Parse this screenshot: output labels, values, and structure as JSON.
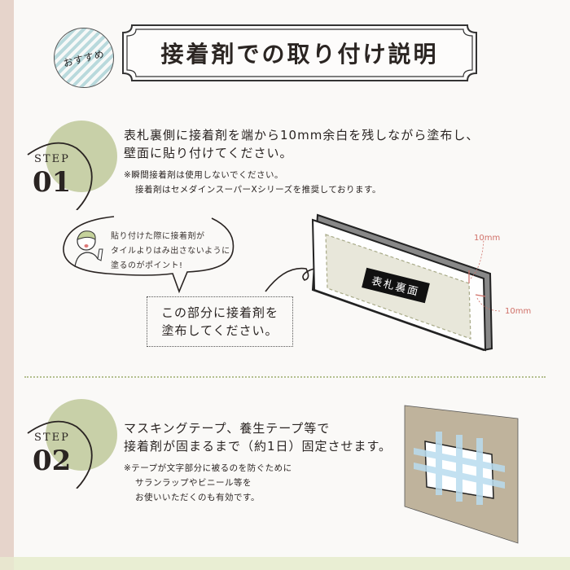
{
  "header": {
    "badge": "おすすめ",
    "title": "接着剤での取り付け説明"
  },
  "steps": [
    {
      "label": "STEP",
      "number": "01",
      "main_lines": [
        "表札裏側に接着剤を端から10mm余白を残しながら塗布し、",
        "壁面に貼り付けてください。"
      ],
      "note_lines": [
        "※瞬間接着剤は使用しないでください。",
        "接着剤はセメダインスーパーXシリーズを推奨しております。"
      ]
    },
    {
      "label": "STEP",
      "number": "02",
      "main_lines": [
        "マスキングテープ、養生テープ等で",
        "接着剤が固まるまで（約1日）固定させます。"
      ],
      "note_lines": [
        "※テープが文字部分に被るのを防ぐために",
        "サランラップやビニール等を",
        "お使いいただくのも有効です。"
      ]
    }
  ],
  "speech_bubble": {
    "lines": [
      "貼り付けた際に接着剤が",
      "タイルよりはみ出さないように",
      "塗るのがポイント!"
    ]
  },
  "callout": {
    "lines": [
      "この部分に接着剤を",
      "塗布してください。"
    ]
  },
  "diagram": {
    "plate_label": "表札裏面",
    "margin_top": "10mm",
    "margin_side": "10mm"
  },
  "colors": {
    "step_circle": "#c8d0a8",
    "accent_red": "#d07068",
    "left_strip": "#e6d4cb",
    "bottom_band": "#e9eed3",
    "wall": "#bfb39c",
    "tape": "#b9dcef"
  }
}
